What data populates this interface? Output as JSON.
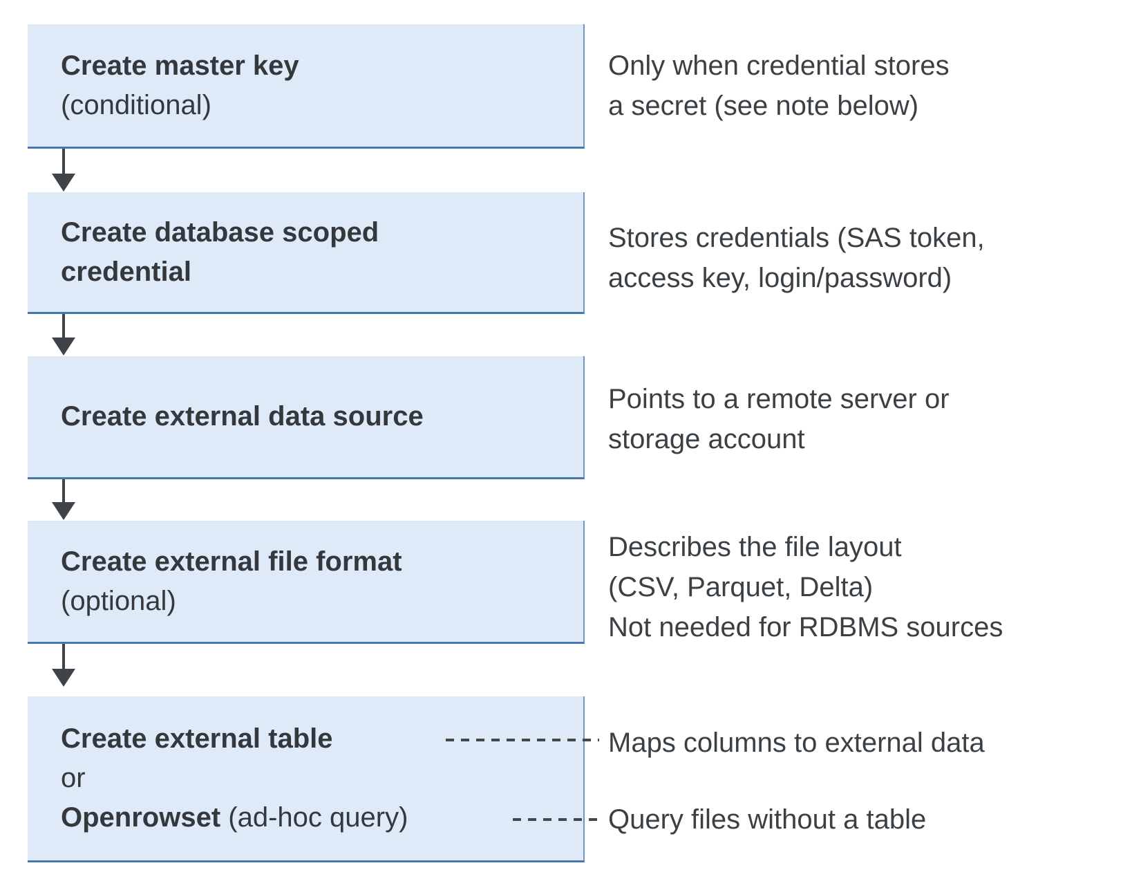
{
  "colors": {
    "box_fill": "#dfeaf8",
    "box_border_right": "#6b95c4",
    "box_border_bottom": "#4678b0",
    "title_text": "#34383d",
    "note_text": "#3b4045",
    "arrow_and_dash": "#3f444a"
  },
  "steps": [
    {
      "lines": [
        {
          "text": "Create master key"
        },
        {
          "text": "(conditional)"
        }
      ]
    },
    {
      "lines": [
        {
          "text": "Create database scoped"
        },
        {
          "text": "credential"
        }
      ]
    },
    {
      "lines": [
        {
          "text": "Create external data source"
        }
      ]
    },
    {
      "lines": [
        {
          "text": "Create external file format"
        },
        {
          "text": "(optional)"
        }
      ]
    },
    {
      "lines": [
        {
          "text": "Create external table"
        },
        {
          "text": "or"
        },
        {
          "bold_part": "Openrowset",
          "regular_part": " (ad-hoc query)"
        }
      ]
    }
  ],
  "notes": [
    {
      "lines": [
        "Only when credential stores",
        "a secret (see note below)"
      ]
    },
    {
      "lines": [
        "Stores credentials (SAS token,",
        "access key, login/password)"
      ]
    },
    {
      "lines": [
        "Points to a remote server or",
        "storage account"
      ]
    },
    {
      "lines": [
        "Describes the file layout",
        "(CSV, Parquet, Delta)",
        "Not needed for RDBMS sources"
      ]
    },
    {
      "lines": [
        "Maps columns to external data"
      ]
    },
    {
      "lines": [
        "Query files without a table"
      ]
    }
  ]
}
